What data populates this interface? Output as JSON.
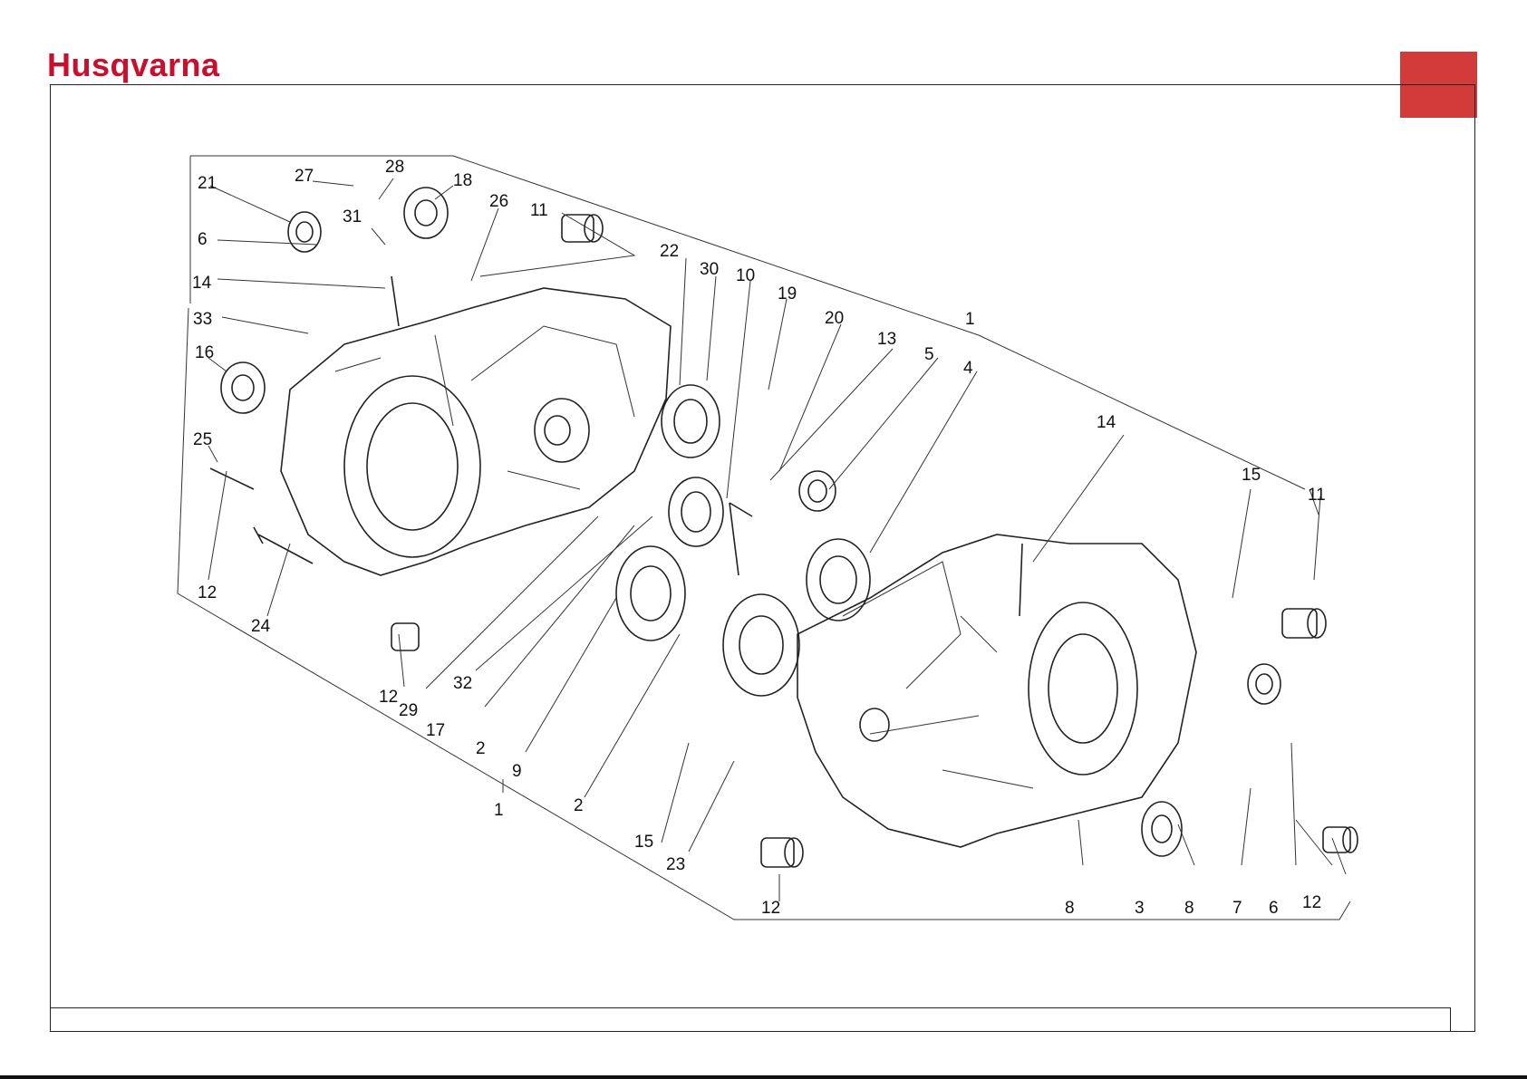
{
  "header": {
    "brand": "Husqvarna",
    "brand_color": "#c8102e",
    "tab_color": "#d33a3a"
  },
  "diagram": {
    "labels": [
      {
        "id": "l21",
        "text": "21"
      },
      {
        "id": "l27",
        "text": "27"
      },
      {
        "id": "l28",
        "text": "28"
      },
      {
        "id": "l18",
        "text": "18"
      },
      {
        "id": "l26",
        "text": "26"
      },
      {
        "id": "l11a",
        "text": "11"
      },
      {
        "id": "l31",
        "text": "31"
      },
      {
        "id": "l6a",
        "text": "6"
      },
      {
        "id": "l14a",
        "text": "14"
      },
      {
        "id": "l33",
        "text": "33"
      },
      {
        "id": "l16",
        "text": "16"
      },
      {
        "id": "l25",
        "text": "25"
      },
      {
        "id": "l12a",
        "text": "12"
      },
      {
        "id": "l24",
        "text": "24"
      },
      {
        "id": "l22",
        "text": "22"
      },
      {
        "id": "l30",
        "text": "30"
      },
      {
        "id": "l10",
        "text": "10"
      },
      {
        "id": "l19",
        "text": "19"
      },
      {
        "id": "l20",
        "text": "20"
      },
      {
        "id": "l13",
        "text": "13"
      },
      {
        "id": "l5",
        "text": "5"
      },
      {
        "id": "l1a",
        "text": "1"
      },
      {
        "id": "l4",
        "text": "4"
      },
      {
        "id": "l14b",
        "text": "14"
      },
      {
        "id": "l15a",
        "text": "15"
      },
      {
        "id": "l11b",
        "text": "11"
      },
      {
        "id": "l12b",
        "text": "12"
      },
      {
        "id": "l29",
        "text": "29"
      },
      {
        "id": "l32",
        "text": "32"
      },
      {
        "id": "l17",
        "text": "17"
      },
      {
        "id": "l2a",
        "text": "2"
      },
      {
        "id": "l9",
        "text": "9"
      },
      {
        "id": "l2b",
        "text": "2"
      },
      {
        "id": "l1b",
        "text": "1"
      },
      {
        "id": "l15b",
        "text": "15"
      },
      {
        "id": "l23",
        "text": "23"
      },
      {
        "id": "l12c",
        "text": "12"
      },
      {
        "id": "l8a",
        "text": "8"
      },
      {
        "id": "l3",
        "text": "3"
      },
      {
        "id": "l8b",
        "text": "8"
      },
      {
        "id": "l7",
        "text": "7"
      },
      {
        "id": "l6b",
        "text": "6"
      },
      {
        "id": "l12d",
        "text": "12"
      }
    ]
  }
}
